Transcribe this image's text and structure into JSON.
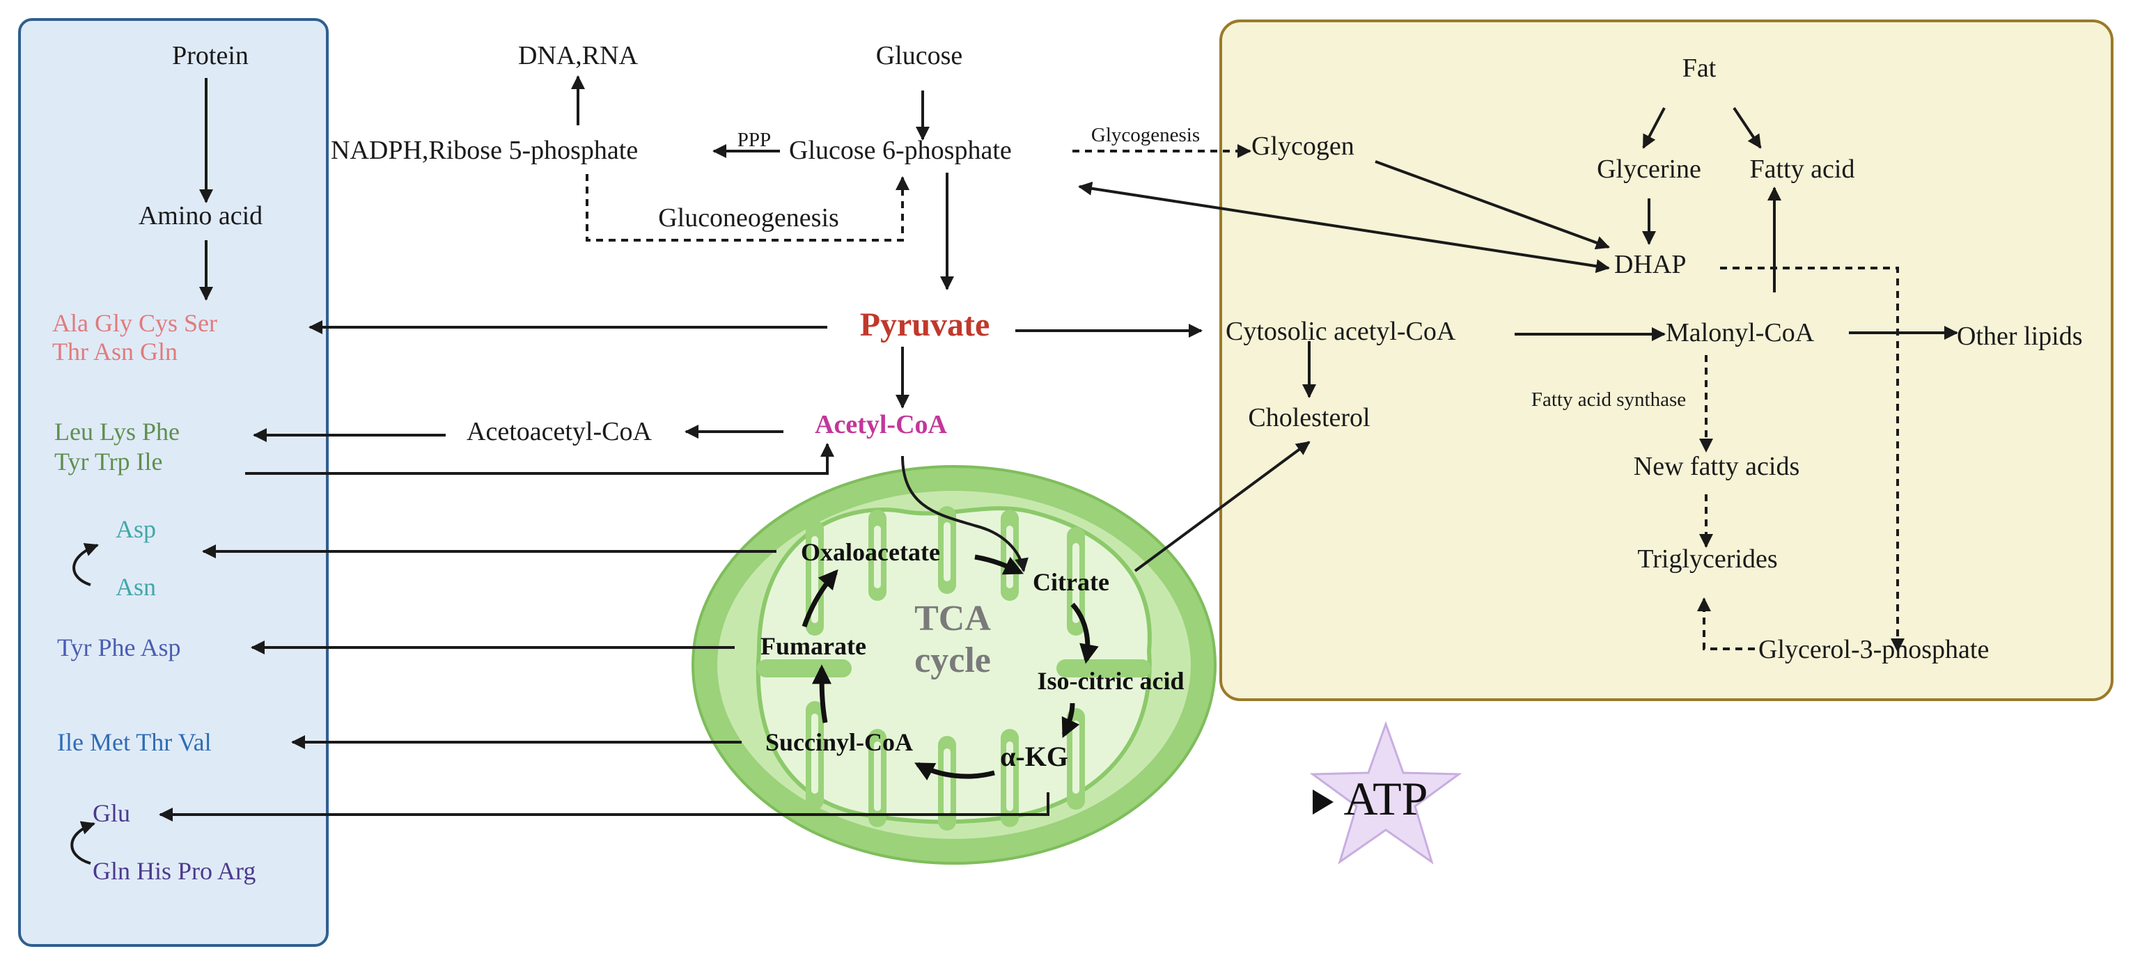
{
  "colors": {
    "amino_panel_fill": "#dfeaf7",
    "amino_panel_border": "#2f5f8f",
    "lipid_panel_fill": "#f6f3d6",
    "lipid_panel_border": "#9a7a2a",
    "pyruvate": "#c0392b",
    "acetyl_coa": "#c2379a",
    "group1": "#e07b7b",
    "group2": "#5f8f4e",
    "group3": "#3fa8a8",
    "group4": "#4a5db0",
    "group5": "#2e6db4",
    "group6": "#4b3a8c",
    "mito_outer": "#9bd27a",
    "mito_inner": "#e6f5d8",
    "atp_star": "#eadcf5"
  },
  "amino": {
    "protein": "Protein",
    "amino_acid": "Amino acid",
    "g1_line1": "Ala  Gly  Cys  Ser",
    "g1_line2": "Thr  Asn  Gln",
    "g2_line1": "Leu  Lys  Phe",
    "g2_line2": "Tyr   Trp  Ile",
    "asp": "Asp",
    "asn": "Asn",
    "g4": "Tyr  Phe  Asp",
    "g5": "Ile  Met  Thr  Val",
    "glu": "Glu",
    "g6": "Gln  His  Pro  Arg"
  },
  "glucose": {
    "dna_rna": "DNA,RNA",
    "glucose": "Glucose",
    "nadph": "NADPH,Ribose 5-phosphate",
    "ppp": "PPP",
    "g6p": "Glucose 6-phosphate",
    "glycogenesis": "Glycogenesis",
    "glycogen": "Glycogen",
    "gluconeogenesis": "Gluconeogenesis"
  },
  "central": {
    "pyruvate": "Pyruvate",
    "acetyl_coa": "Acetyl-CoA",
    "acetoacetyl": "Acetoacetyl-CoA"
  },
  "tca": {
    "title_line1": "TCA",
    "title_line2": "cycle",
    "oxaloacetate": "Oxaloacetate",
    "citrate": "Citrate",
    "isocitric": "Iso-citric acid",
    "akg": "α-KG",
    "succinyl": "Succinyl-CoA",
    "fumarate": "Fumarate"
  },
  "lipid": {
    "fat": "Fat",
    "glycerine": "Glycerine",
    "fatty_acid": "Fatty acid",
    "dhap": "DHAP",
    "cytosolic": "Cytosolic acetyl-CoA",
    "malonyl": "Malonyl-CoA",
    "other_lipids": "Other lipids",
    "cholesterol": "Cholesterol",
    "fa_synthase": "Fatty acid synthase",
    "new_fa": "New fatty acids",
    "triglycerides": "Triglycerides",
    "g3p": "Glycerol-3-phosphate"
  },
  "atp": "ATP"
}
